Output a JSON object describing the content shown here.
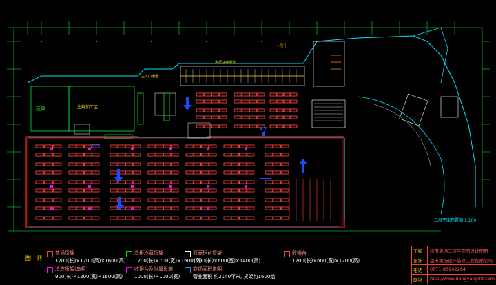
{
  "colors": {
    "background": "#000000",
    "grid": "#00ff44",
    "wall": "#ff2a2a",
    "shelf": "#ff4040",
    "cyan": "#00e5ff",
    "yellow": "#ffe000",
    "blue_arrow": "#1c4bff",
    "orange": "#ff8a00"
  },
  "labels": {
    "top_tag": "1号门",
    "escalator_tag": "步行扶梯通道",
    "entrance_tag": "主入口通道",
    "left_area": "蔬果",
    "fresh_area": "生鲜加工区",
    "scale_text": "二层平面布置图 1:100"
  },
  "legend": {
    "title": "图 例",
    "items": [
      {
        "label": "普通货架",
        "size": "1200(长)×1200(高)×1600(高)",
        "color": "#ff3a3a"
      },
      {
        "label": "冷柜冷藏货架",
        "size": "1200(长)×700(宽)×1600(高)",
        "color": "#1fd61f"
      },
      {
        "label": "双面柜台货架",
        "size": "1200(长)×600(宽)×1400(高)",
        "color": "#ffffff"
      },
      {
        "label": "收银台",
        "size": "1200(长)×600(宽)×1200(高)",
        "color": "#ff3a3a"
      },
      {
        "label": "冷冻货架(岛柜)",
        "size": "900(长)×1200(宽)×1600(高)",
        "color": "#ff00ff"
      },
      {
        "label": "收银台及附属设施",
        "size": "1000(长)×1000(宽)",
        "color": "#ff00ff"
      },
      {
        "label": "商场面积说明",
        "size": "营业面积 约2140平米, 货架约1600组",
        "color": "#3f7bff"
      }
    ]
  },
  "title_block": [
    {
      "k": "工程",
      "v": "超市卖场二层平面图设计图册"
    },
    {
      "k": "设计",
      "v": "超市卖场设计装修工程有限公司"
    },
    {
      "k": "电话",
      "v": "0571-86942284"
    },
    {
      "k": "网址",
      "v": "http://www.hongyang88.com"
    }
  ]
}
